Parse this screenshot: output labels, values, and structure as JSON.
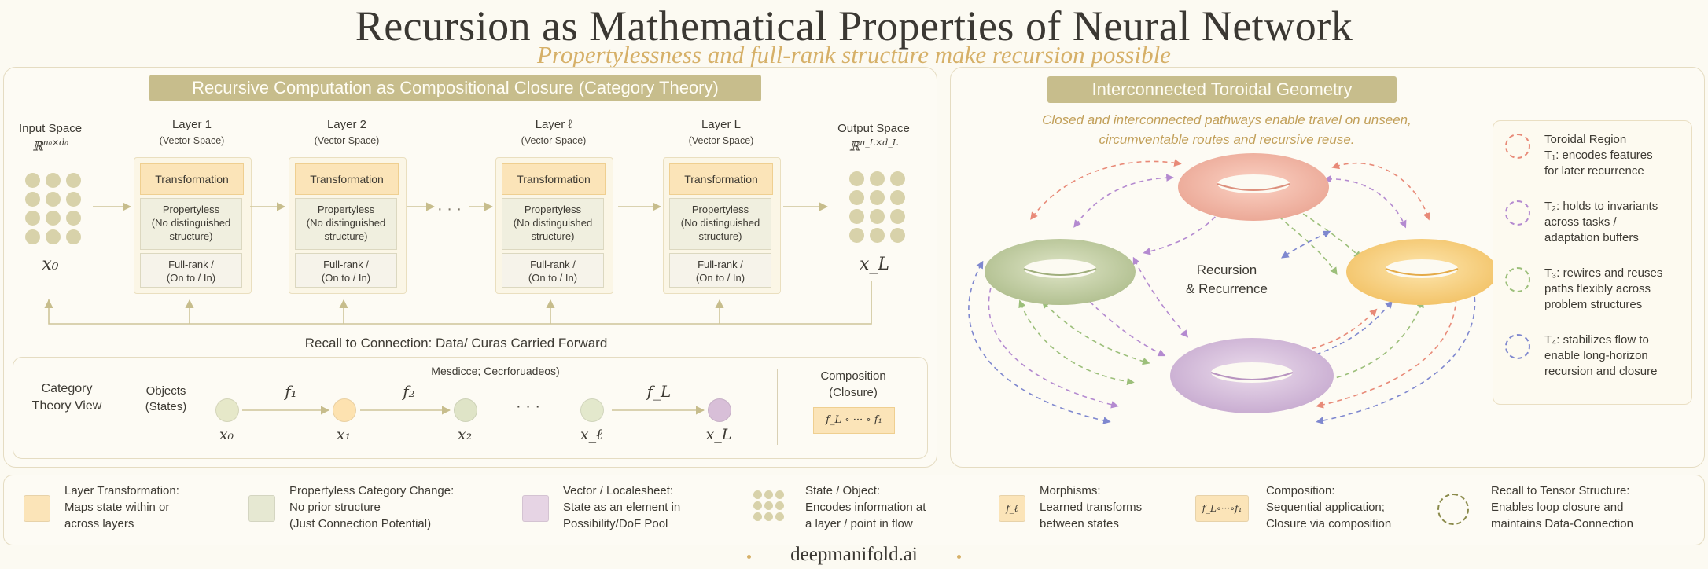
{
  "header": {
    "title": "Recursion as Mathematical Properties of Neural Network",
    "subtitle": "Propertylessness and full-rank structure make recursion possible"
  },
  "left_panel": {
    "banner": "Recursive Computation as Compositional Closure (Category Theory)",
    "input": {
      "title": "Input Space",
      "space": "ℝ^{n_0 × d_0}",
      "symbol": "x₀"
    },
    "output": {
      "title": "Output Space",
      "space": "ℝ^{n_L × d_L}",
      "symbol": "x_L"
    },
    "layers": [
      {
        "name": "Layer 1",
        "sub": "(Vector Space)"
      },
      {
        "name": "Layer 2",
        "sub": "(Vector Space)"
      },
      {
        "name": "Layer ℓ",
        "sub": "(Vector Space)"
      },
      {
        "name": "Layer L",
        "sub": "(Vector Space)"
      }
    ],
    "layer_box": {
      "transformation": "Transformation",
      "propertyless_1": "Propertyless",
      "propertyless_2": "(No distinguished",
      "propertyless_3": "structure)",
      "fullrank_1": "Full-rank /",
      "fullrank_2": "(On to / In)"
    },
    "ellipsis": "· · ·",
    "recall": "Recall to Connection: Data/ Curas Carried Forward",
    "category": {
      "view_1": "Category",
      "view_2": "Theory View",
      "objects_1": "Objects",
      "objects_2": "(States)",
      "header": "Mesdicce; Cecrforuadeos)",
      "morphisms": [
        "f₁",
        "f₂",
        "f_L"
      ],
      "states": [
        "x₀",
        "x₁",
        "x₂",
        "x_ℓ",
        "x_L"
      ],
      "ellipsis": "· · ·",
      "composition_1": "Composition",
      "composition_2": "(Closure)",
      "composition_formula": "f_L ∘ ··· ∘ f₁"
    }
  },
  "right_panel": {
    "banner": "Interconnected Toroidal Geometry",
    "caption_1": "Closed and interconnected pathways enable travel on unseen,",
    "caption_2": "circumventable routes and recursive reuse.",
    "center_1": "Recursion",
    "center_2": "& Recurrence",
    "legend": [
      {
        "lines": [
          "Toroidal Region",
          "T₁: encodes features",
          "for later recurrence"
        ],
        "color": "#e88a78"
      },
      {
        "lines": [
          "T₂: holds to invariants",
          "across tasks /",
          "adaptation buffers"
        ],
        "color": "#b48ad0"
      },
      {
        "lines": [
          "T₃: rewires and reuses",
          "paths flexibly across",
          "problem structures"
        ],
        "color": "#9cbf7a"
      },
      {
        "lines": [
          "T₄: stabilizes flow to",
          "enable long-horizon",
          "recursion and closure"
        ],
        "color": "#7f88cf"
      }
    ]
  },
  "legend_bar": [
    {
      "title": "Layer Transformation:",
      "lines": [
        "Maps state within or",
        "across layers"
      ],
      "swatch": "#fbe4b8"
    },
    {
      "title": "Propertyless Category Change:",
      "lines": [
        "No prior structure",
        "(Just Connection Potential)"
      ],
      "swatch": "#e6e8d2"
    },
    {
      "title": "Vector / Localesheet:",
      "lines": [
        "State as an element in",
        "Possibility/DoF Pool"
      ],
      "swatch": "#e6d4e4"
    },
    {
      "title": "State / Object:",
      "lines": [
        "Encodes information at",
        "a layer / point in flow"
      ],
      "swatch": "#d8d2aa"
    },
    {
      "title": "Morphisms:",
      "lines": [
        "Learned transforms",
        "between states"
      ],
      "swatch": "#fbe4b8",
      "symbol": "f_ℓ"
    },
    {
      "title": "Composition:",
      "lines": [
        "Sequential application;",
        "Closure via composition"
      ],
      "swatch": "#fbe4b8",
      "symbol": "f_L∘···∘f₁"
    },
    {
      "title": "Recall to Tensor Structure:",
      "lines": [
        "Enables loop closure and",
        "maintains Data-Connection"
      ],
      "swatch": "#8a8a4a"
    }
  ],
  "footer": "deepmanifold.ai",
  "colors": {
    "accent": "#c7bd8c",
    "gold": "#d6b068",
    "peach": "#fbe4b8"
  }
}
